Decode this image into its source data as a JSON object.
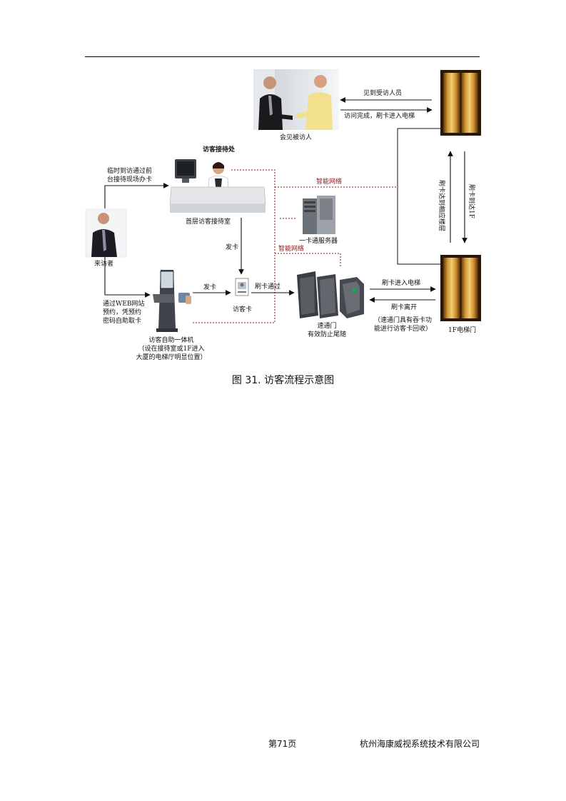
{
  "figure": {
    "reception_title": "访客接待处",
    "labels": {
      "meet": "会见被访人",
      "see_person": "见到受访人员",
      "visit_done": "访问完成，刷卡进入电梯",
      "reception_walk_l1": "临时到访通过前",
      "reception_walk_l2": "台接待现场办卡",
      "lobby_room": "首层访客接待室",
      "server": "一卡通服务器",
      "issue_card_1": "发卡",
      "issue_card_2": "发卡",
      "visitor": "来访者",
      "web_l1": "通过WEB网站",
      "web_l2": "预约，凭预约",
      "web_l3": "密码自助取卡",
      "kiosk_l1": "访客自助一体机",
      "kiosk_l2": "（设在接待室或1F进入",
      "kiosk_l3": "大厦的电梯厅明显位置）",
      "visitor_card": "访客卡",
      "swipe_pass": "刷卡通过",
      "gate_l1": "速通门",
      "gate_l2": "有效防止尾随",
      "swipe_elevator": "刷卡进入电梯",
      "swipe_leave": "刷卡离开",
      "gate_note_l1": "（速通门具有吞卡功",
      "gate_note_l2": "能进行访客卡回收）",
      "elevator_door": "1F电梯门",
      "to_1f": "刷卡到达1F",
      "to_floor": "刷卡达到相应楼层",
      "net_1": "智能网络",
      "net_2": "智能网络"
    },
    "colors": {
      "network_line": "#8b1a1a",
      "arrow": "#111111"
    }
  },
  "caption": "图 31. 访客流程示意图",
  "footer": {
    "page": "第71页",
    "company": "杭州海康威视系统技术有限公司"
  }
}
